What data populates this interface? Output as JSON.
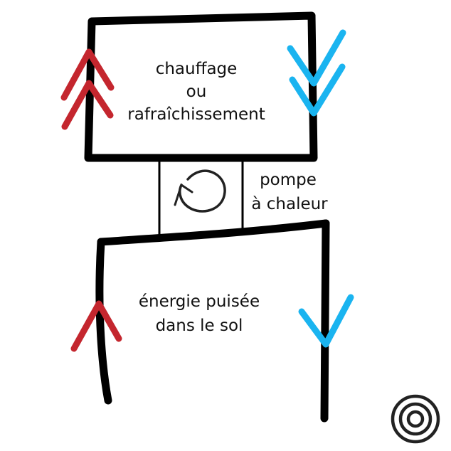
{
  "labels": {
    "top_box": [
      "chauffage",
      "ou",
      "rafraîchissement"
    ],
    "heat_pump": [
      "pompe",
      "à chaleur"
    ],
    "ground": [
      "énergie puisée",
      "dans le sol"
    ]
  },
  "colors": {
    "outline": "#000000",
    "warm_arrows": "#c4262e",
    "cold_arrows": "#1ab4f0",
    "background": "#ffffff"
  },
  "icons": {
    "pump_symbol": "circular-arrow-icon",
    "logo": "concentric-circles-logo"
  }
}
